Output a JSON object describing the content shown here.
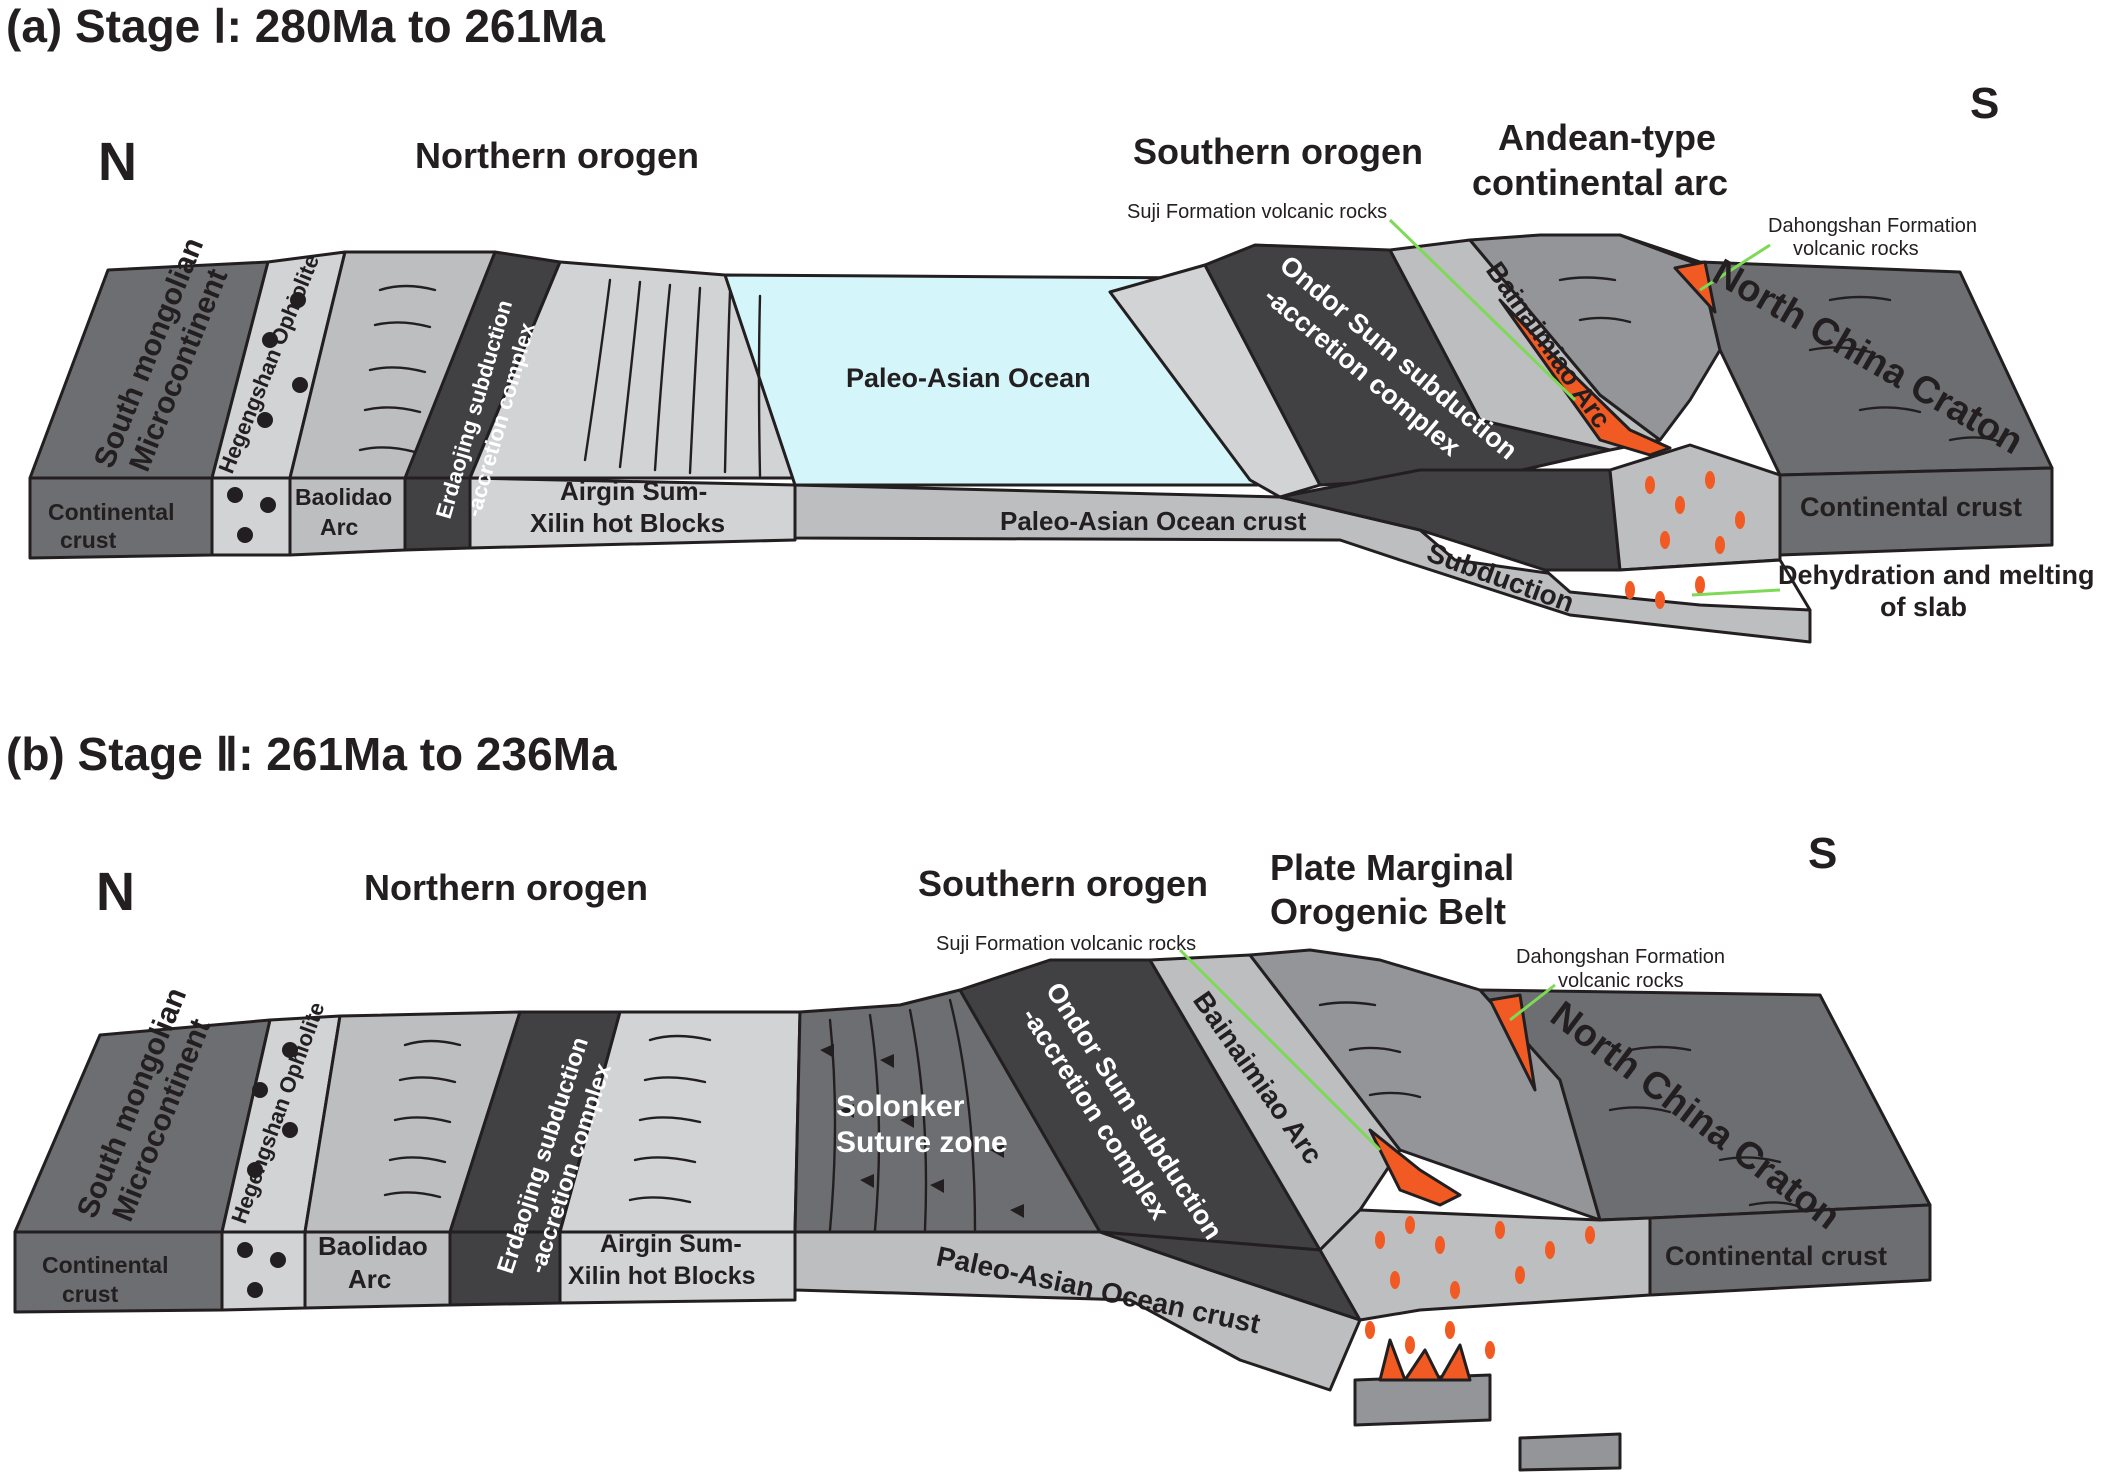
{
  "panel_a": {
    "title": "(a) Stage Ⅰ: 280Ma to 261Ma",
    "north": "N",
    "south": "S",
    "northern_orogen": "Northern orogen",
    "southern_orogen": "Southern orogen",
    "arc_type_line1": "Andean-type",
    "arc_type_line2": "continental arc",
    "south_mongolian_line1": "South mongolian",
    "south_mongolian_line2": "Microcontinent",
    "hegengshan": "Hegengshan Ophiolite",
    "erdaojing_line1": "Erdaojing subduction",
    "erdaojing_line2": "-accretion complex",
    "paleo_asian_ocean": "Paleo-Asian Ocean",
    "ondor_line1": "Ondor Sum subduction",
    "ondor_line2": "-accretion complex",
    "bainaimiao": "Bainaimiao Arc",
    "north_china_craton": "North China Craton",
    "suji": "Suji Formation volcanic rocks",
    "dahongshan_line1": "Dahongshan Formation",
    "dahongshan_line2": "volcanic rocks",
    "continental_crust_left_line1": "Continental",
    "continental_crust_left_line2": "crust",
    "baolidao_line1": "Baolidao",
    "baolidao_line2": "Arc",
    "airgin_line1": "Airgin Sum-",
    "airgin_line2": "Xilin hot Blocks",
    "ocean_crust": "Paleo-Asian Ocean  crust",
    "subduction": "Subduction",
    "continental_crust_right": "Continental crust",
    "dehydration_line1": "Dehydration and melting",
    "dehydration_line2": "of slab"
  },
  "panel_b": {
    "title": "(b) Stage Ⅱ: 261Ma to 236Ma",
    "north": "N",
    "south": "S",
    "northern_orogen": "Northern orogen",
    "southern_orogen": "Southern orogen",
    "belt_line1": "Plate Marginal",
    "belt_line2": "Orogenic Belt",
    "suji": "Suji Formation volcanic rocks",
    "dahongshan_line1": "Dahongshan Formation",
    "dahongshan_line2": "volcanic rocks",
    "south_mongolian_line1": "South mongolian",
    "south_mongolian_line2": "Microcontinent",
    "hegengshan": "Hegengshan Ophiolite",
    "erdaojing_line1": "Erdaojing subduction",
    "erdaojing_line2": "-accretion complex",
    "solonker_line1": "Solonker",
    "solonker_line2": "Suture zone",
    "ondor_line1": "Ondor Sum subduction",
    "ondor_line2": "-accretion complex",
    "bainaimiao": "Bainaimiao Arc",
    "north_china_craton": "North China Craton",
    "continental_crust_left_line1": "Continental",
    "continental_crust_left_line2": "crust",
    "baolidao_line1": "Baolidao",
    "baolidao_line2": "Arc",
    "airgin_line1": "Airgin Sum-",
    "airgin_line2": "Xilin hot Blocks",
    "ocean_crust": "Paleo-Asian  Ocean crust",
    "continental_crust_right": "Continental crust"
  },
  "colors": {
    "dark_gray": "#6d6e71",
    "mid_gray": "#939598",
    "light_gray": "#bcbec0",
    "pale_gray": "#d1d3d4",
    "charcoal": "#414042",
    "ocean": "#d4f5fa",
    "magma": "#f15a22",
    "pointer_green": "#7ed957"
  }
}
